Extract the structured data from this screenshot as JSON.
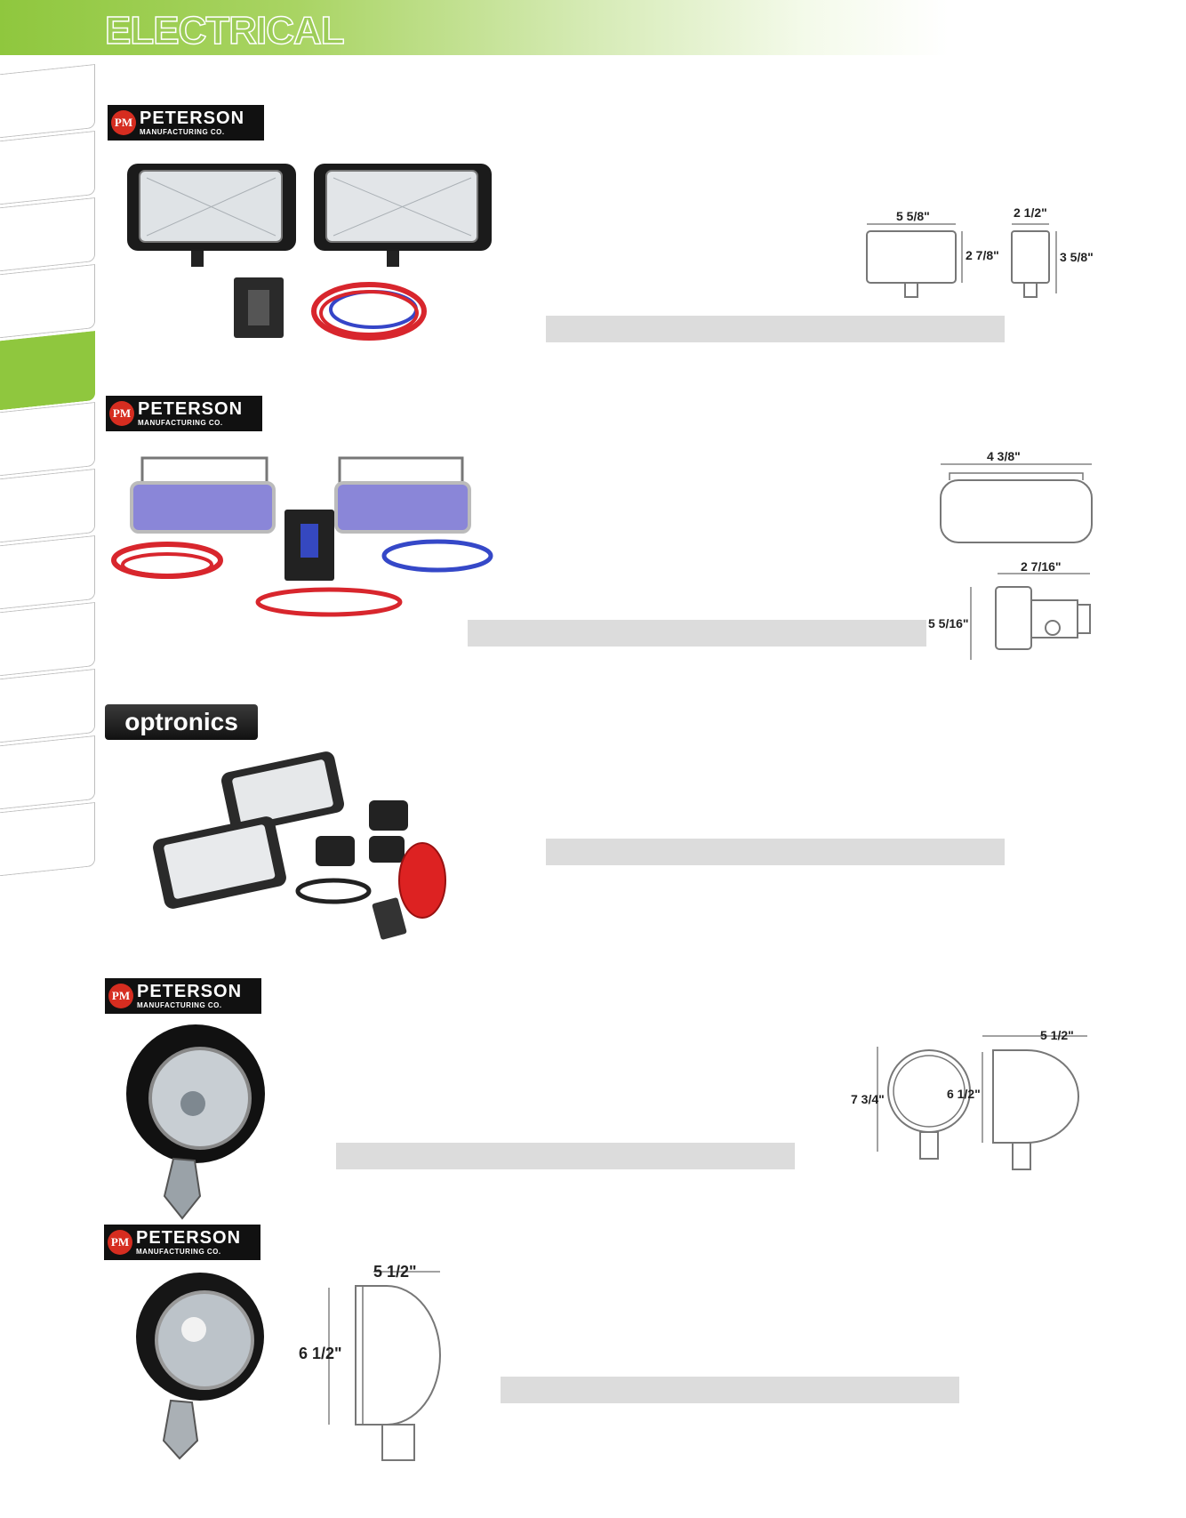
{
  "header": {
    "title": "ELECTRICAL"
  },
  "logos": {
    "peterson_initials": "PM",
    "peterson_name": "PETERSON",
    "peterson_sub": "MANUFACTURING CO.",
    "optronics": "optronics"
  },
  "dimensions": {
    "p1": {
      "width": "5 5/8\"",
      "height": "2 7/8\"",
      "depth": "2 1/2\"",
      "side_height": "3 5/8\""
    },
    "p2": {
      "width": "4 3/8\"",
      "depth": "2 7/16\"",
      "height": "5 5/16\""
    },
    "p4": {
      "height": "7 3/4\"",
      "depth": "5 1/2\"",
      "side_height": "6 1/2\""
    },
    "p5": {
      "depth": "5 1/2\"",
      "height": "6 1/2\""
    }
  },
  "colors": {
    "accent": "#8fc73e",
    "bar": "#dcdcdc",
    "logo_red": "#d62d20"
  }
}
